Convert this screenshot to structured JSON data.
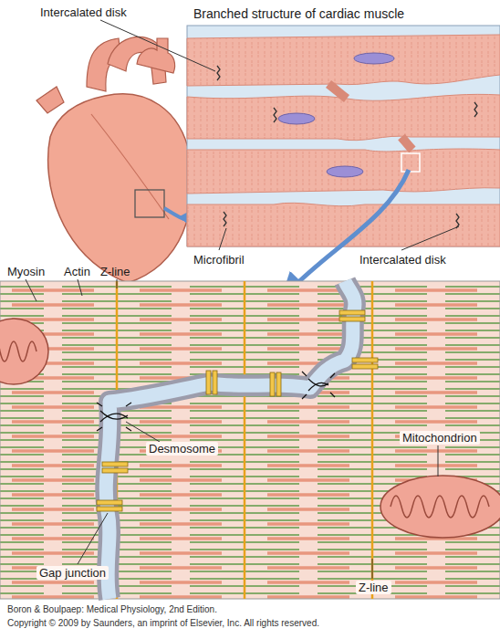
{
  "diagram": {
    "labels": [
      "Intercalated disk",
      "Branched structure of cardiac muscle",
      "Microfibril",
      "Intercalated disk",
      "Myosin",
      "Actin",
      "Z-line",
      "Desmosome",
      "Mitochondrion",
      "Gap junction",
      "Z-line",
      "Boron & Boulpaep: Medical Physiology, 2nd Edition.",
      "Copyright © 2009 by Saunders, an imprint of Elsevier, Inc. All rights reserved."
    ]
  }
}
